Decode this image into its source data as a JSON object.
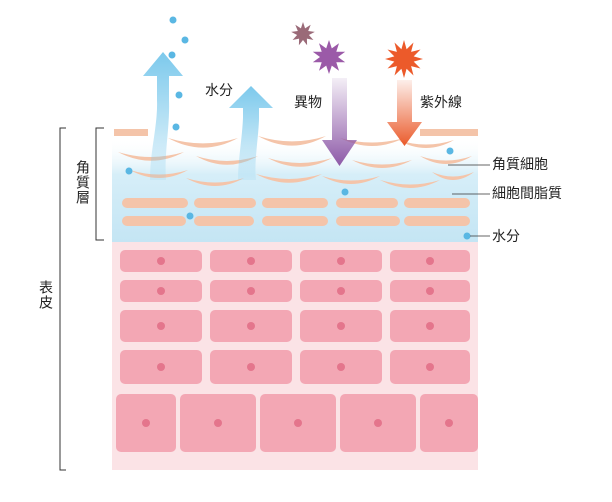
{
  "labels": {
    "water_top": "水分",
    "foreign": "異物",
    "uv": "紫外線",
    "corneocyte": "角質細胞",
    "lipid": "細胞間脂質",
    "water_side": "水分",
    "stratum_corneum": "角質層",
    "epidermis": "表皮"
  },
  "colors": {
    "water_arrow": "#7cc9ec",
    "water_drop": "#5ab7e3",
    "foreign_arrow": "#8e5aa8",
    "uv_arrow": "#ea5b2c",
    "uv_burst": "#ec5a2a",
    "foreign_burst": "#9b5aa8",
    "small_burst": "#9a6a78",
    "corneocyte": "#f4c4a9",
    "lipid_zone": "#cde9f6",
    "cell": "#f3a7b4",
    "nucleus": "#e4758c",
    "epidermis_bg": "#fbe3e6"
  }
}
